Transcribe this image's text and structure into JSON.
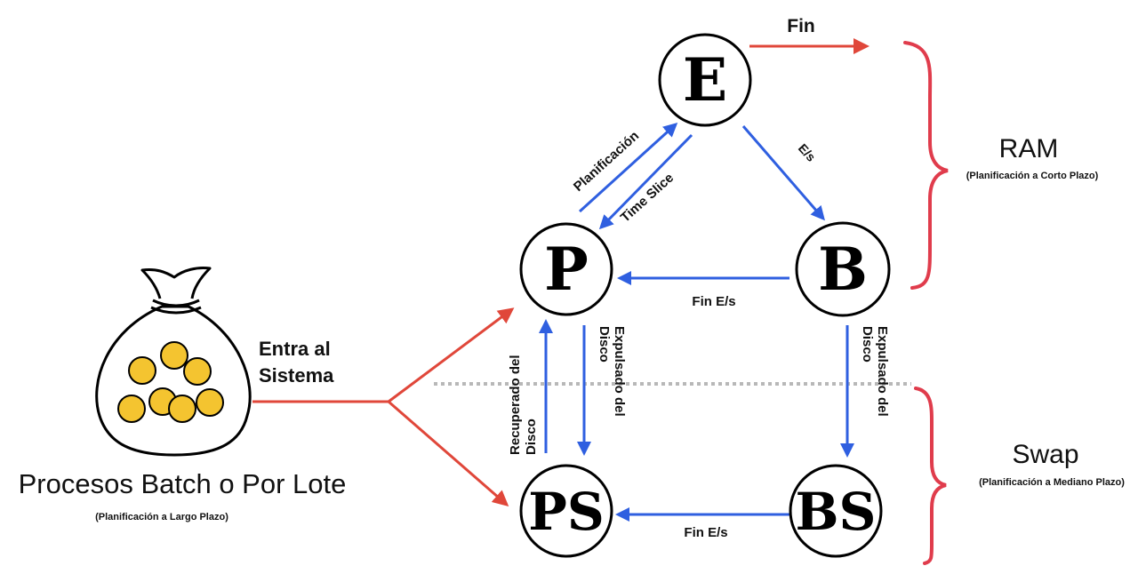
{
  "nodes": {
    "e": "E",
    "p": "P",
    "b": "B",
    "ps": "PS",
    "bs": "BS"
  },
  "labels": {
    "fin": "Fin",
    "planificacion": "Planificación",
    "time_slice": "Time Slice",
    "es": "E/s",
    "fin_es_top": "Fin E/s",
    "fin_es_bottom": "Fin E/s",
    "expulsado_left_1": "Expulsado del",
    "expulsado_left_2": "Disco",
    "recuperado_1": "Recuperado del",
    "recuperado_2": "Disco",
    "expulsado_right_1": "Expulsado del",
    "expulsado_right_2": "Disco",
    "entra_1": "Entra al",
    "entra_2": "Sistema"
  },
  "regions": {
    "ram_title": "RAM",
    "ram_sub": "(Planificación a Corto Plazo)",
    "swap_title": "Swap",
    "swap_sub": "(Planificación a Mediano Plazo)"
  },
  "batch": {
    "title": "Procesos Batch o Por Lote",
    "sub": "(Planificación a Largo Plazo)"
  },
  "colors": {
    "blue_arrow": "#2f5fe0",
    "red_arrow": "#e0473a",
    "brace": "#e03c4c",
    "coin": "#f4c430",
    "divider": "#b8b8b8"
  }
}
